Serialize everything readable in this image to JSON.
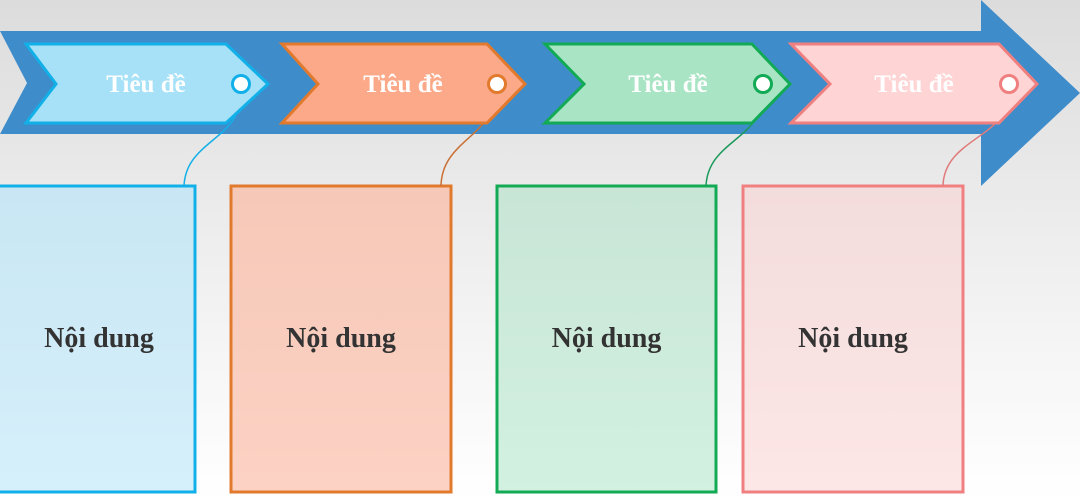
{
  "diagram": {
    "type": "process-arrow-timeline",
    "arrow_color": "#3f8ccb",
    "steps": [
      {
        "title": "Tiêu đề",
        "content": "Nội dung",
        "tag_fill": "#a6e1f7",
        "tag_stroke": "#12b0e8",
        "box_fill_top": "#c8e6f3",
        "box_fill_bottom": "#d6f0fb",
        "box_stroke": "#12b0e8",
        "connector_color": "#12b0e8"
      },
      {
        "title": "Tiêu đề",
        "content": "Nội dung",
        "tag_fill": "#fca989",
        "tag_stroke": "#e27a2e",
        "box_fill_top": "#f6c8b8",
        "box_fill_bottom": "#fcd2c4",
        "box_stroke": "#e27a2e",
        "connector_color": "#c97035"
      },
      {
        "title": "Tiêu đề",
        "content": "Nội dung",
        "tag_fill": "#a9e4c4",
        "tag_stroke": "#12aa55",
        "box_fill_top": "#c8e5d6",
        "box_fill_bottom": "#d3f1e1",
        "box_stroke": "#12aa55",
        "connector_color": "#1a9a5a"
      },
      {
        "title": "Tiêu đề",
        "content": "Nội dung",
        "tag_fill": "#fed4d5",
        "tag_stroke": "#f08080",
        "box_fill_top": "#f3dcdc",
        "box_fill_bottom": "#fde6e6",
        "box_stroke": "#f08080",
        "connector_color": "#e07a7a"
      }
    ]
  }
}
